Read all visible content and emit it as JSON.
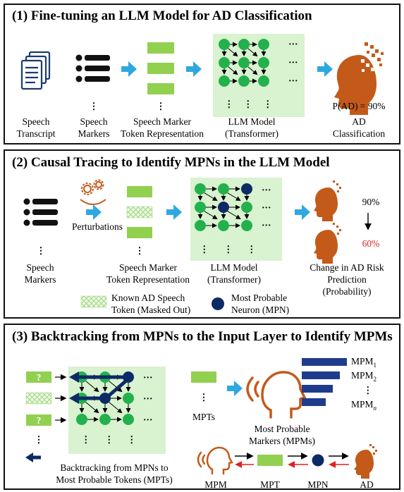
{
  "panel1": {
    "title": "(1) Fine-tuning an LLM Model for AD Classification",
    "labels": {
      "speech_transcript": [
        "Speech",
        "Transcript"
      ],
      "speech_markers": [
        "Speech",
        "Markers"
      ],
      "token_repr": [
        "Speech Marker",
        "Token Representation"
      ],
      "llm": [
        "LLM Model",
        "(Transformer)"
      ],
      "probability": "P(AD) = 90%",
      "classification": [
        "AD",
        "Classification"
      ]
    }
  },
  "panel2": {
    "title": "(2) Causal Tracing to Identify MPNs in the LLM Model",
    "labels": {
      "perturbations": "Perturbations",
      "speech_markers": [
        "Speech",
        "Markers"
      ],
      "token_repr": [
        "Speech Marker",
        "Token Representation"
      ],
      "llm": [
        "LLM Model",
        "(Transformer)"
      ],
      "risk_change": [
        "Change in AD Risk",
        "Prediction",
        "(Probability)"
      ],
      "prob_before": "90%",
      "prob_after": "60%",
      "legend_masked": [
        "Known AD Speech",
        "Token (Masked Out)"
      ],
      "legend_mpn": [
        "Most Probable",
        "Neuron (MPN)"
      ]
    }
  },
  "panel3": {
    "title": "(3) Backtracking from MPNs to the Input Layer to Identify MPMs",
    "labels": {
      "question_mark": "?",
      "mpts": "MPTs",
      "mpms": [
        "Most Probable",
        "Markers (MPMs)"
      ],
      "mpm_list": [
        "MPM",
        "MPM",
        "MPM"
      ],
      "mpm_subscripts": [
        "1",
        "2",
        "n"
      ],
      "legend_backtrack": [
        "Backtracking from MPNs to",
        "Most Probable Tokens (MPTs)"
      ],
      "flow": [
        "MPM",
        "MPT",
        "MPN",
        "AD"
      ]
    }
  },
  "colors": {
    "green_node": "#22b14c",
    "green_bar": "#92d050",
    "bg_green": "#d9f2d0",
    "mpn_navy": "#0d2a66",
    "arrow_blue": "#2ea8e0",
    "bar_navy": "#1f3c8c",
    "head_orange": "#c35a1a",
    "red": "#e02020"
  }
}
